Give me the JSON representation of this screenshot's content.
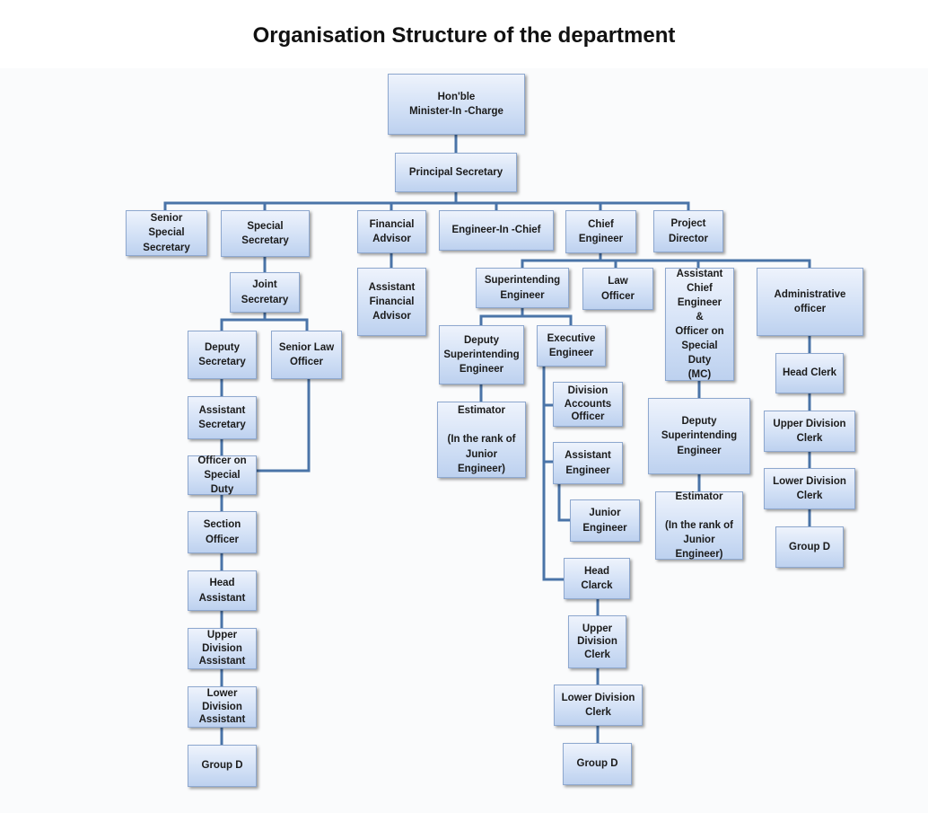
{
  "title": "Organisation Structure of the department",
  "diagram": {
    "nodes": {
      "minister": "Hon'ble\nMinister-In -Charge",
      "principal_secretary": "Principal Secretary",
      "senior_special_secretary": "Senior\nSpecial Secretary",
      "special_secretary": "Special\nSecretary",
      "financial_advisor": "Financial\nAdvisor",
      "engineer_in_chief": "Engineer-In -Chief",
      "chief_engineer": "Chief Engineer",
      "project_director": "Project\nDirector",
      "joint_secretary": "Joint Secretary",
      "deputy_secretary": "Deputy\nSecretary",
      "senior_law_officer": "Senior Law\nOfficer",
      "assistant_secretary": "Assistant\nSecretary",
      "officer_on_special_duty": "Officer on\nSpecial Duty",
      "section_officer": "Section Officer",
      "head_assistant": "Head Assistant",
      "upper_division_assistant": "Upper\nDivision\nAssistant",
      "lower_division_assistant": "Lower\nDivision\nAssistant",
      "group_d_left": "Group D",
      "assistant_financial_advisor": "Assistant\nFinancial\nAdvisor",
      "superintending_engineer": "Superintending\nEngineer",
      "law_officer": "Law\nOfficer",
      "assistant_chief_engineer": "Assistant Chief\nEngineer\n&\nOfficer on\nSpecial Duty\n(MC)",
      "administrative_officer": "Administrative officer",
      "deputy_superintending_engineer_1": "Deputy\nSuperintending\nEngineer",
      "executive_engineer": "Executive\nEngineer",
      "estimator_1": "Estimator\n\n(In the rank of\nJunior Engineer)",
      "division_accounts_officer": "Division\nAccounts\nOfficer",
      "assistant_engineer": "Assistant\nEngineer",
      "junior_engineer": "Junior\nEngineer",
      "head_clarck": "Head Clarck",
      "upper_division_clerk_mid": "Upper\nDivision\nClerk",
      "lower_division_clerk_mid": "Lower Division\nClerk",
      "group_d_mid": "Group D",
      "deputy_superintending_engineer_2": "Deputy\nSuperintending\nEngineer",
      "estimator_2": "Estimator\n\n(In the rank of\nJunior Engineer)",
      "head_clerk_right": "Head Clerk",
      "upper_division_clerk_right": "Upper Division\nClerk",
      "lower_division_clerk_right": "Lower Division\nClerk",
      "group_d_right": "Group D"
    },
    "colors": {
      "connector": "#4a74a8",
      "box_border": "#8ea8cf",
      "box_fill": "#d3e1f6"
    }
  }
}
